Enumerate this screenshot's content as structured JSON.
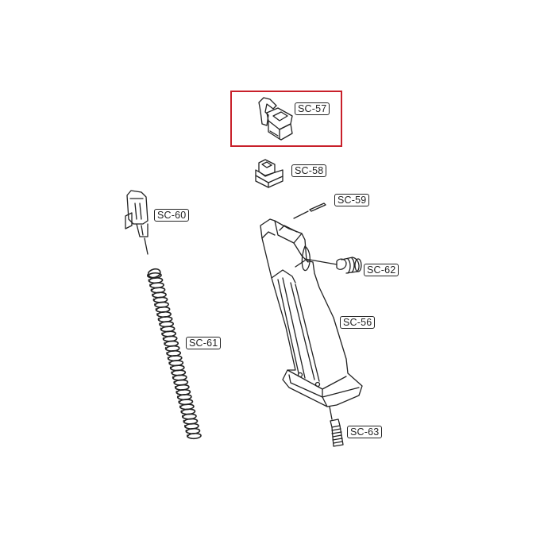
{
  "diagram": {
    "type": "exploded parts diagram",
    "subject": "pistol magazine assembly",
    "highlight_color": "#c8202a",
    "line_color": "#222222",
    "highlighted_part": "SC-57",
    "parts": [
      {
        "id": "SC-57",
        "label": "SC-57",
        "description": "magazine follower/lip piece (highlighted)"
      },
      {
        "id": "SC-58",
        "label": "SC-58",
        "description": "small block piece"
      },
      {
        "id": "SC-59",
        "label": "SC-59",
        "description": "pin"
      },
      {
        "id": "SC-60",
        "label": "SC-60",
        "description": "follower"
      },
      {
        "id": "SC-61",
        "label": "SC-61",
        "description": "magazine spring"
      },
      {
        "id": "SC-62",
        "label": "SC-62",
        "description": "fill valve"
      },
      {
        "id": "SC-56",
        "label": "SC-56",
        "description": "magazine body"
      },
      {
        "id": "SC-63",
        "label": "SC-63",
        "description": "screw / exhaust valve"
      }
    ]
  }
}
